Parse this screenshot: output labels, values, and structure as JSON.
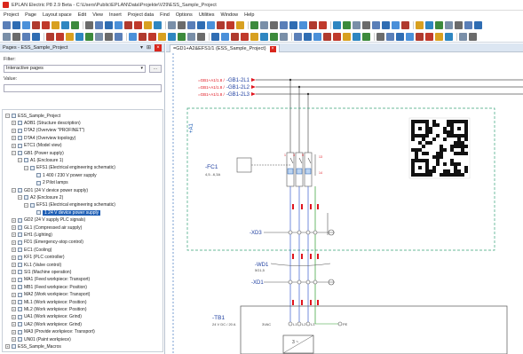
{
  "window": {
    "title": "EPLAN Electric P8 2.9 Beta - C:\\Users\\Public\\EPLAN\\Data\\Projekte\\V29\\ESS_Sample_Project"
  },
  "menu": [
    "Project",
    "Page",
    "Layout space",
    "Edit",
    "View",
    "Insert",
    "Project data",
    "Find",
    "Options",
    "Utilities",
    "Window",
    "Help"
  ],
  "pages_panel": {
    "title": "Pages - ESS_Sample_Project",
    "controls": [
      "▾",
      "⊞",
      "×"
    ],
    "filter_label": "Filter:",
    "filter_value": "Interactive pages",
    "filter_button": "...",
    "value_label": "Value:",
    "tree": [
      {
        "toggle": "−",
        "label": "ESS_Sample_Project"
      },
      {
        "toggle": "+",
        "label": "ADB1 (Structure description)"
      },
      {
        "toggle": "+",
        "label": "DTA2 (Overview \"PROFINET\")"
      },
      {
        "toggle": "+",
        "label": "DTA4 (Overview topology)"
      },
      {
        "toggle": "+",
        "label": "ETC1 (Model view)"
      },
      {
        "toggle": "−",
        "label": "GB1 (Power supply)"
      },
      {
        "toggle": "−",
        "label": "A1 (Enclosure 1)"
      },
      {
        "toggle": "−",
        "label": "EFS1 (Electrical engineering schematic)"
      },
      {
        "toggle": "",
        "label": "1 400 / 230 V power supply"
      },
      {
        "toggle": "",
        "label": "2 Pilot lamps"
      },
      {
        "toggle": "−",
        "label": "GD1 (24 V device power supply)"
      },
      {
        "toggle": "−",
        "label": "A2 (Enclosure 2)"
      },
      {
        "toggle": "−",
        "label": "EFS1 (Electrical engineering schematic)"
      },
      {
        "toggle": "",
        "label": "1 24 V device power supply"
      },
      {
        "toggle": "+",
        "label": "GD2 (24 V supply PLC signals)"
      },
      {
        "toggle": "+",
        "label": "GL1 (Compressed air supply)"
      },
      {
        "toggle": "+",
        "label": "EH1 (Lighting)"
      },
      {
        "toggle": "+",
        "label": "FD1 (Emergency-stop control)"
      },
      {
        "toggle": "+",
        "label": "EC1 (Cooling)"
      },
      {
        "toggle": "+",
        "label": "KF1 (PLC controller)"
      },
      {
        "toggle": "+",
        "label": "KL1 (Valve control)"
      },
      {
        "toggle": "+",
        "label": "SI1 (Machine operation)"
      },
      {
        "toggle": "+",
        "label": "MA1 (Feed workpiece: Transport)"
      },
      {
        "toggle": "+",
        "label": "MB1 (Feed workpiece: Position)"
      },
      {
        "toggle": "+",
        "label": "MA2 (Work workpiece: Transport)"
      },
      {
        "toggle": "+",
        "label": "ML1 (Work workpiece: Position)"
      },
      {
        "toggle": "+",
        "label": "ML2 (Work workpiece: Position)"
      },
      {
        "toggle": "+",
        "label": "UA1 (Work workpiece: Grind)"
      },
      {
        "toggle": "+",
        "label": "UA2 (Work workpiece: Grind)"
      },
      {
        "toggle": "+",
        "label": "MA3 (Provide workpiece: Transport)"
      },
      {
        "toggle": "+",
        "label": "UN01 (Paint workpiece)"
      },
      {
        "toggle": "+",
        "label": "ESS_Sample_Macros"
      }
    ],
    "selected_index": 13
  },
  "tab": {
    "label": "=GD1+A2&EFS1/1 (ESS_Sample_Project)",
    "close": "×"
  },
  "schematic": {
    "supply_refs": [
      "=GB1+A1/1.8 /",
      "=GB1+A1/1.8 /",
      "=GB1+A1/1.8 /"
    ],
    "supply_names": [
      "-GB1-2L1",
      "-GB1-2L2",
      "-GB1-2L3"
    ],
    "enclosure_label": "+A1",
    "breaker_name": "-FC1",
    "breaker_rating": "4,5...6,3A",
    "breaker_contacts": [
      "1",
      "3",
      "5",
      "13",
      "14"
    ],
    "terminal_xd3": "-XD3",
    "cable_wd1": "-WD1",
    "cable_spec": "5G1,5",
    "terminal_xd1": "-XD1",
    "psu_name": "-TB1",
    "psu_rating": "24 V DC / 20 A",
    "psu_terms": [
      "3VAC",
      "L1",
      "L2",
      "L3",
      "PE"
    ],
    "psu_symbol": "3 ~"
  },
  "colors": {
    "brand": "#d9261c",
    "wire_red": "#e0141e",
    "wire_blue": "#3a5fd0",
    "wire_green": "#2d9b2d",
    "selection": "#1f5fb5",
    "dashed_green": "#37a27a"
  }
}
